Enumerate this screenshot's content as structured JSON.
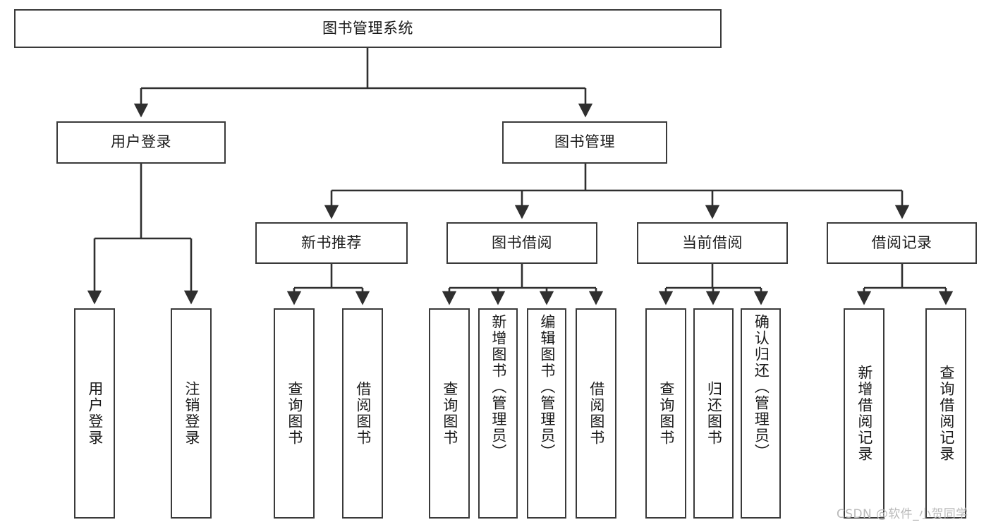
{
  "diagram": {
    "type": "hierarchy-tree",
    "title": "图书管理系统",
    "background_color": "#ffffff",
    "box_border_color": "#3a3a3a",
    "text_color": "#1a1a1a",
    "levels": 4,
    "root": {
      "label": "图书管理系统"
    },
    "level2": [
      {
        "label": "用户登录"
      },
      {
        "label": "图书管理"
      }
    ],
    "level3": [
      {
        "label": "新书推荐"
      },
      {
        "label": "图书借阅"
      },
      {
        "label": "当前借阅"
      },
      {
        "label": "借阅记录"
      }
    ],
    "leaves": {
      "user_login": [
        {
          "label": "用户登录"
        },
        {
          "label": "注销登录"
        }
      ],
      "new_book_recommend": [
        {
          "label": "查询图书"
        },
        {
          "label": "借阅图书"
        }
      ],
      "book_borrow": [
        {
          "label": "查询图书"
        },
        {
          "label": "新增图书（管理员）"
        },
        {
          "label": "编辑图书（管理员）"
        },
        {
          "label": "借阅图书"
        }
      ],
      "current_borrow": [
        {
          "label": "查询图书"
        },
        {
          "label": "归还图书"
        },
        {
          "label": "确认归还（管理员）"
        }
      ],
      "borrow_record": [
        {
          "label": "新增借阅记录"
        },
        {
          "label": "查询借阅记录"
        }
      ]
    }
  },
  "watermark": {
    "text": "CSDN @软件_小贺同学"
  }
}
